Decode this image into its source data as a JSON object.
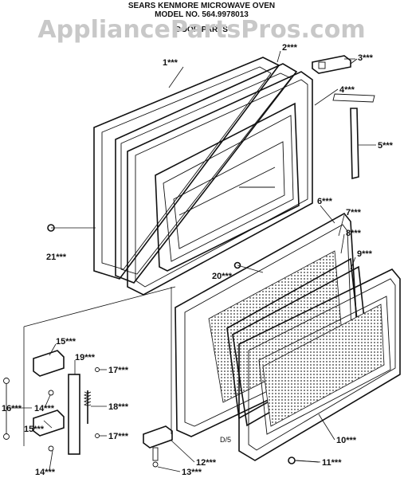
{
  "header": {
    "line1": "SEARS KENMORE MICROWAVE OVEN",
    "line2": "MODEL NO. 564.9978013",
    "line3": "DOOR PARTS"
  },
  "watermark": "AppliancePartsPros.com",
  "drawing_mark": "D/5",
  "callouts": [
    {
      "id": "1",
      "label": "1***"
    },
    {
      "id": "2",
      "label": "2***"
    },
    {
      "id": "3",
      "label": "3***"
    },
    {
      "id": "4",
      "label": "4***"
    },
    {
      "id": "5",
      "label": "5***"
    },
    {
      "id": "6",
      "label": "6***"
    },
    {
      "id": "7",
      "label": "7***"
    },
    {
      "id": "8",
      "label": "8***"
    },
    {
      "id": "9",
      "label": "9***"
    },
    {
      "id": "10",
      "label": "10***"
    },
    {
      "id": "11",
      "label": "11***"
    },
    {
      "id": "12",
      "label": "12***"
    },
    {
      "id": "13",
      "label": "13***"
    },
    {
      "id": "14a",
      "label": "14***"
    },
    {
      "id": "14b",
      "label": "14***"
    },
    {
      "id": "15a",
      "label": "15***"
    },
    {
      "id": "15b",
      "label": "15***"
    },
    {
      "id": "16",
      "label": "16***"
    },
    {
      "id": "17a",
      "label": "17***"
    },
    {
      "id": "17b",
      "label": "17***"
    },
    {
      "id": "18",
      "label": "18***"
    },
    {
      "id": "19",
      "label": "19***"
    },
    {
      "id": "20",
      "label": "20***"
    },
    {
      "id": "21",
      "label": "21***"
    }
  ]
}
